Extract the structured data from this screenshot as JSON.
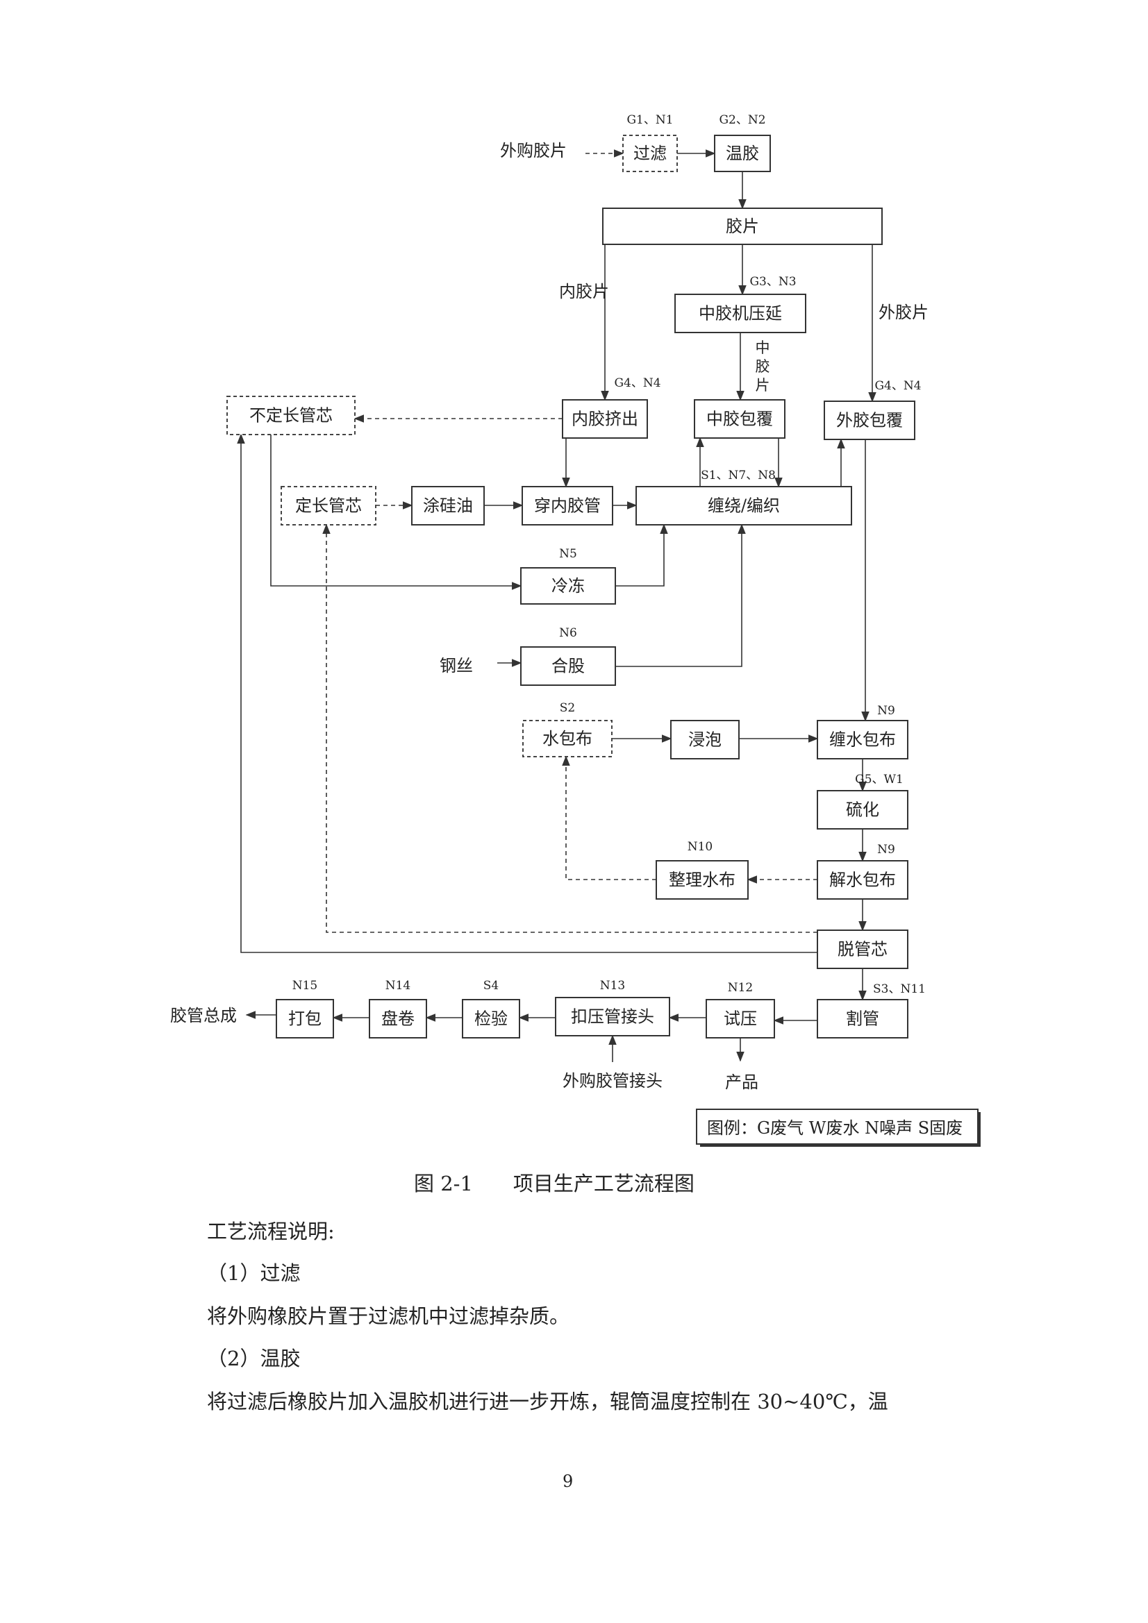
{
  "diagram": {
    "nodes": [
      {
        "id": "guolv",
        "label": "过滤",
        "dashed": true,
        "tag": "G1、N1"
      },
      {
        "id": "wenjiao",
        "label": "温胶",
        "dashed": false,
        "tag": "G2、N2"
      },
      {
        "id": "jiaopian",
        "label": "胶片",
        "dashed": false,
        "tag": ""
      },
      {
        "id": "zhongjiaojiyanyan",
        "label": "中胶机压延",
        "dashed": false,
        "tag": "G3、N3"
      },
      {
        "id": "neijiaojichu",
        "label": "内胶挤出",
        "dashed": false,
        "tag": "G4、N4"
      },
      {
        "id": "zhongjiaobaofu",
        "label": "中胶包覆",
        "dashed": false,
        "tag": ""
      },
      {
        "id": "waijiaobaofu",
        "label": "外胶包覆",
        "dashed": false,
        "tag": "G4、N4"
      },
      {
        "id": "budingchangguanxin",
        "label": "不定长管芯",
        "dashed": true,
        "tag": ""
      },
      {
        "id": "dingchangguanxin",
        "label": "定长管芯",
        "dashed": true,
        "tag": ""
      },
      {
        "id": "tuguiyou",
        "label": "涂硅油",
        "dashed": false,
        "tag": ""
      },
      {
        "id": "chuanneijiaoguan",
        "label": "穿内胶管",
        "dashed": false,
        "tag": ""
      },
      {
        "id": "chanrao",
        "label": "缠绕/编织",
        "dashed": false,
        "tag": "S1、N7、N8"
      },
      {
        "id": "lengdong",
        "label": "冷冻",
        "dashed": false,
        "tag": "N5"
      },
      {
        "id": "hegu",
        "label": "合股",
        "dashed": false,
        "tag": "N6"
      },
      {
        "id": "shuibaobu",
        "label": "水包布",
        "dashed": true,
        "tag": "S2"
      },
      {
        "id": "jinpao",
        "label": "浸泡",
        "dashed": false,
        "tag": ""
      },
      {
        "id": "chanshuibaobu",
        "label": "缠水包布",
        "dashed": false,
        "tag": "N9"
      },
      {
        "id": "liuhua",
        "label": "硫化",
        "dashed": false,
        "tag": "G5、W1"
      },
      {
        "id": "jieshuibaobu",
        "label": "解水包布",
        "dashed": false,
        "tag": "N9"
      },
      {
        "id": "zhenglishuibu",
        "label": "整理水布",
        "dashed": false,
        "tag": "N10"
      },
      {
        "id": "tuoguanxin",
        "label": "脱管芯",
        "dashed": false,
        "tag": ""
      },
      {
        "id": "geguan",
        "label": "割管",
        "dashed": false,
        "tag": "S3、N11"
      },
      {
        "id": "shiya",
        "label": "试压",
        "dashed": false,
        "tag": "N12"
      },
      {
        "id": "kouyaguanjietou",
        "label": "扣压管接头",
        "dashed": false,
        "tag": "N13"
      },
      {
        "id": "jianyan",
        "label": "检验",
        "dashed": false,
        "tag": "S4"
      },
      {
        "id": "panjuan",
        "label": "盘卷",
        "dashed": false,
        "tag": "N14"
      },
      {
        "id": "dabao",
        "label": "打包",
        "dashed": false,
        "tag": "N15"
      }
    ],
    "labels": [
      {
        "id": "waigoujiaopian",
        "text": "外购胶片"
      },
      {
        "id": "neijiaopian",
        "text": "内胶片"
      },
      {
        "id": "waijiaopian",
        "text": "外胶片"
      },
      {
        "id": "zhongjiaopian",
        "text": "中胶片"
      },
      {
        "id": "gangsi",
        "text": "钢丝"
      },
      {
        "id": "chanpin",
        "text": "产品"
      },
      {
        "id": "waigoujiaoguanjietou",
        "text": "外购胶管接头"
      },
      {
        "id": "jiaoguanzongcheng",
        "text": "胶管总成"
      }
    ],
    "legend": "图例：G废气 W废水 N噪声 S固废"
  },
  "caption": "图 2-1　　项目生产工艺流程图",
  "section_intro": "工艺流程说明:",
  "step1_heading": "（1）过滤",
  "step1_text": "将外购橡胶片置于过滤机中过滤掉杂质。",
  "step2_heading": "（2）温胶",
  "step2_text": "将过滤后橡胶片加入温胶机进行进一步开炼，辊筒温度控制在 30~40℃，温",
  "page_number": "9"
}
